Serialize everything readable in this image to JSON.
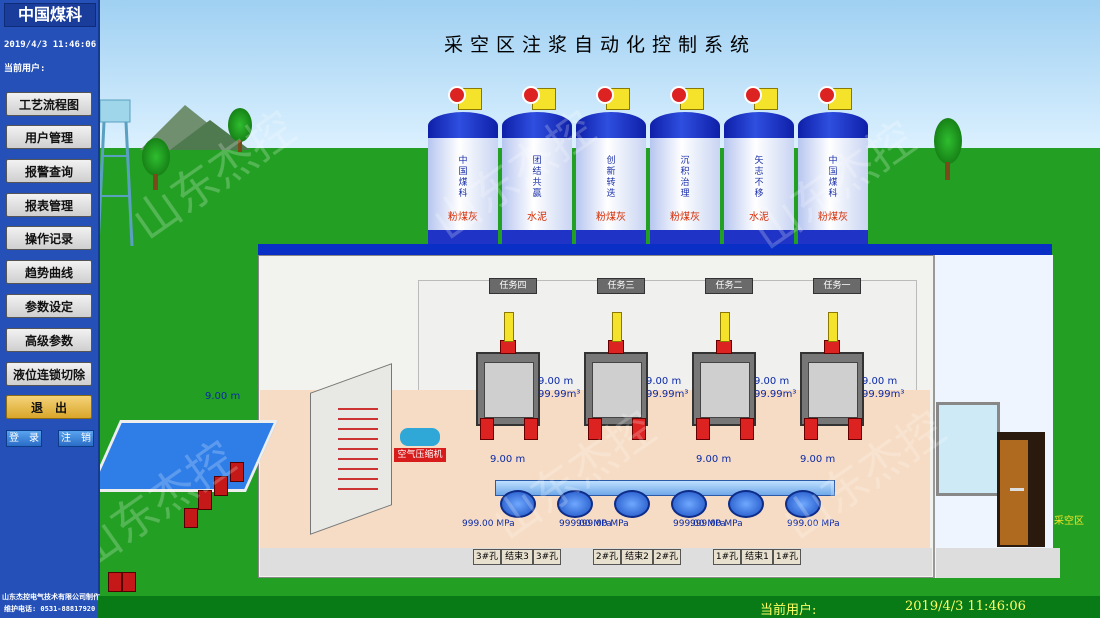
{
  "sidebar": {
    "logo": "中国煤科",
    "datetime": "2019/4/3 11:46:06",
    "user_label": "当前用户:",
    "nav_items": [
      "工艺流程图",
      "用户管理",
      "报警查询",
      "报表管理",
      "操作记录",
      "趋势曲线",
      "参数设定",
      "高级参数",
      "液位连锁切除"
    ],
    "exit_label": "退　出",
    "login_label": "登　录",
    "logout_label": "注　销",
    "company": "山东杰控电气技术有限公司制作",
    "phone": "维护电话: 0531-88817920"
  },
  "title": "采空区注浆自动化控制系统",
  "silos": [
    {
      "text": "中国煤科",
      "material": "粉煤灰"
    },
    {
      "text": "团结共赢",
      "material": "水泥"
    },
    {
      "text": "创新转迭",
      "material": "粉煤灰"
    },
    {
      "text": "沉积治理",
      "material": "粉煤灰"
    },
    {
      "text": "矢志不移",
      "material": "水泥"
    },
    {
      "text": "中国煤科",
      "material": "粉煤灰"
    }
  ],
  "tasks": [
    "任务四",
    "任务三",
    "任务二",
    "任务一"
  ],
  "mixers": [
    {
      "level": "9.00 m",
      "volume": "99.99m³"
    },
    {
      "level": "9.00 m",
      "volume": "99.99m³"
    },
    {
      "level": "9.00 m",
      "volume": "99.99m³"
    },
    {
      "level": "9.00 m",
      "volume": "99.99m³"
    }
  ],
  "pool_level": "9.00  m",
  "tank_levels": [
    "9.00  m",
    "9.00  m",
    "9.00  m"
  ],
  "pressures": [
    "999.00 MPa",
    "999.00 MPa",
    "999.00 MPa",
    "999.00 MPa",
    "999.00 MPa",
    "999.00 MPa"
  ],
  "compressor_label": "空气压缩机",
  "bottom_tags": [
    {
      "a": "3#孔",
      "b": "结束3",
      "c": "3#孔"
    },
    {
      "a": "2#孔",
      "b": "结束2",
      "c": "2#孔"
    },
    {
      "a": "1#孔",
      "b": "结束1",
      "c": "1#孔"
    }
  ],
  "exit_sign": "采空区",
  "watermark": "山东杰控",
  "footer": {
    "user_label": "当前用户:",
    "datetime": "2019/4/3  11:46:06"
  },
  "colors": {
    "sidebar": "#2450b8",
    "grass": "#23a023",
    "silo_band": "#0e1fa8",
    "footer": "#087a16"
  }
}
